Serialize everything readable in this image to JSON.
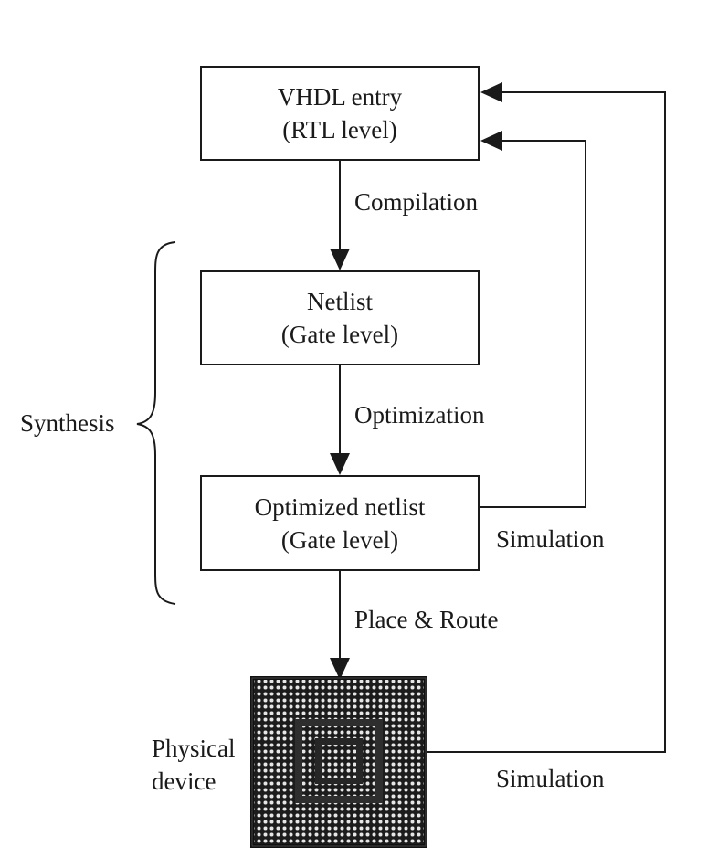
{
  "nodes": {
    "vhdl_entry": {
      "title": "VHDL entry",
      "subtitle": "(RTL level)"
    },
    "netlist": {
      "title": "Netlist",
      "subtitle": "(Gate level)"
    },
    "optimized_netlist": {
      "title": "Optimized netlist",
      "subtitle": "(Gate level)"
    },
    "physical_device": {
      "line1": "Physical",
      "line2": "device"
    }
  },
  "edges": {
    "compilation": "Compilation",
    "optimization": "Optimization",
    "place_route": "Place & Route",
    "simulation_gate": "Simulation",
    "simulation_physical": "Simulation"
  },
  "groups": {
    "synthesis": "Synthesis"
  }
}
